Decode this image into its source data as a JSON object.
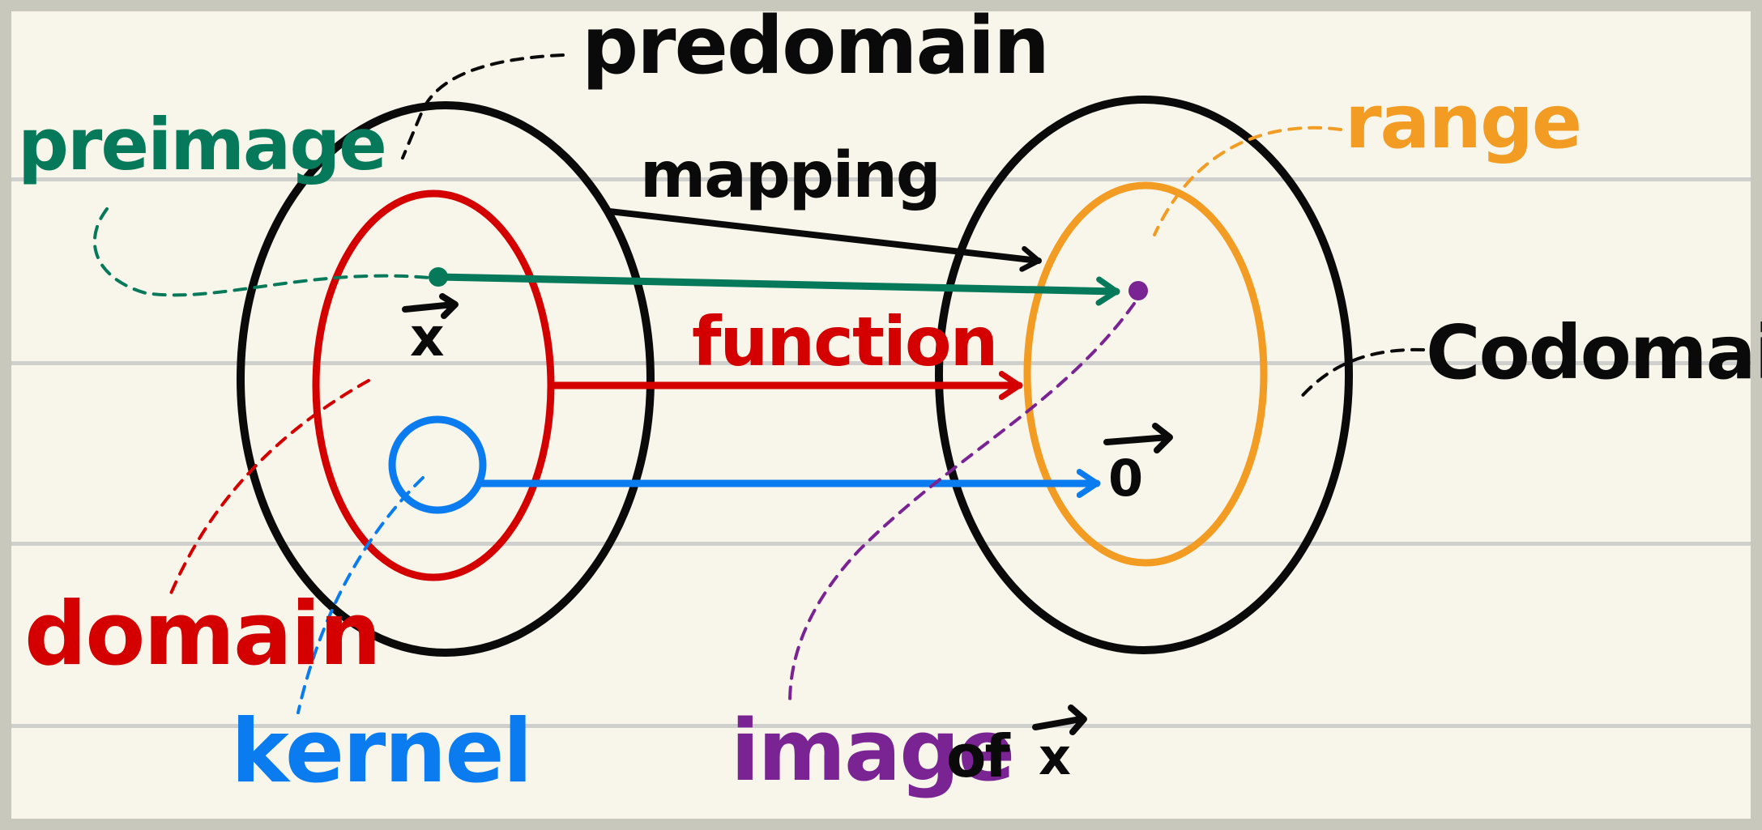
{
  "labels": {
    "predomain": "predomain",
    "mapping": "mapping",
    "preimage": "preimage",
    "range": "range",
    "function": "function",
    "codomain": "Codomain",
    "domain": "domain",
    "kernel": "kernel",
    "image": "image",
    "of": "of",
    "x_vec": "x",
    "zero_vec": "0"
  },
  "colors": {
    "background": "#f8f6ea",
    "black": "#0a0a0a",
    "red": "#d40000",
    "green": "#05795a",
    "blue": "#0a7cf0",
    "orange": "#f39c24",
    "purple": "#7a2494"
  }
}
